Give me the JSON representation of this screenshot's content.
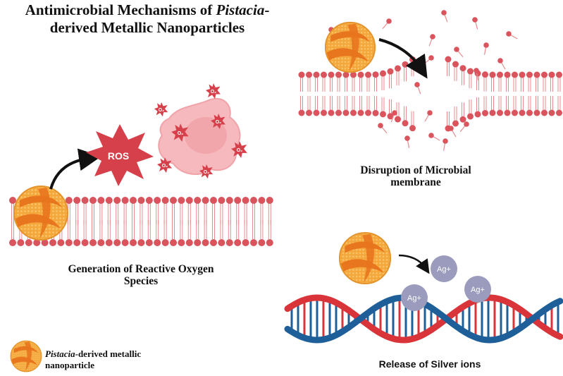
{
  "title": {
    "line1_prefix": "Antimicrobial Mechanisms of ",
    "line1_italic": "Pistacia",
    "line1_suffix": "-",
    "line2": "derived Metallic Nanoparticles"
  },
  "captions": {
    "ros_generation_line1": "Generation of Reactive Oxygen",
    "ros_generation_line2": "Species",
    "membrane_disruption_line1": "Disruption of Microbial",
    "membrane_disruption_line2": "membrane",
    "silver_release": "Release of Silver ions"
  },
  "labels": {
    "ros": "ROS",
    "oxygen_radical": "O₂",
    "silver_ion": "Ag+"
  },
  "legend": {
    "italic": "Pistacia",
    "suffix": "-derived metallic",
    "line2": "nanoparticle"
  },
  "colors": {
    "membrane_head": "#d9545c",
    "membrane_tail": "#e88a8f",
    "nanoparticle": "#f4a73a",
    "nanoparticle_band": "#e8761e",
    "ros_star": "#d6404a",
    "cell": "#f6b9bd",
    "silver_ion": "#9a9bbd",
    "dna_blue": "#1f5f99",
    "dna_red": "#d8343a"
  }
}
